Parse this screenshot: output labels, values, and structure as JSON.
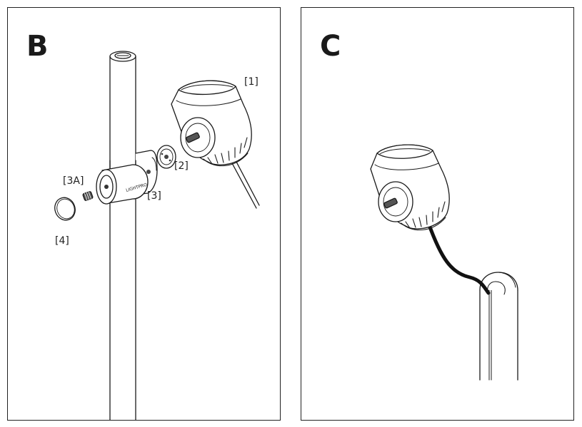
{
  "panels": [
    {
      "letter": "B",
      "labels": {
        "part_1": "[1]",
        "part_2": "[2]",
        "part_3": "[3]",
        "part_3a": "[3A]",
        "part_4": "[4]"
      },
      "clamp_brand": "LIGHTPRO"
    },
    {
      "letter": "C"
    }
  ]
}
